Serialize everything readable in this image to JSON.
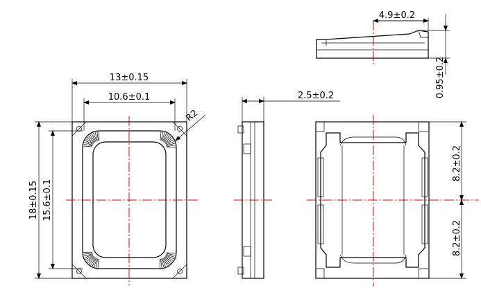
{
  "dimensions": {
    "front_overall_width": "13±0.15",
    "front_inner_width": "10.6±0.1",
    "front_overall_height": "18±0.15",
    "front_inner_height": "15.6±0.1",
    "corner_radius": "R2",
    "side_thickness": "2.5±0.2",
    "top_view_width": "4.9±0.2",
    "top_view_height": "0.95±0.2",
    "back_upper_half": "8.2±0.2",
    "back_lower_half": "8.2±0.2"
  },
  "colors": {
    "outline": "#000000",
    "center_line": "#e00000",
    "background": "#ffffff"
  }
}
